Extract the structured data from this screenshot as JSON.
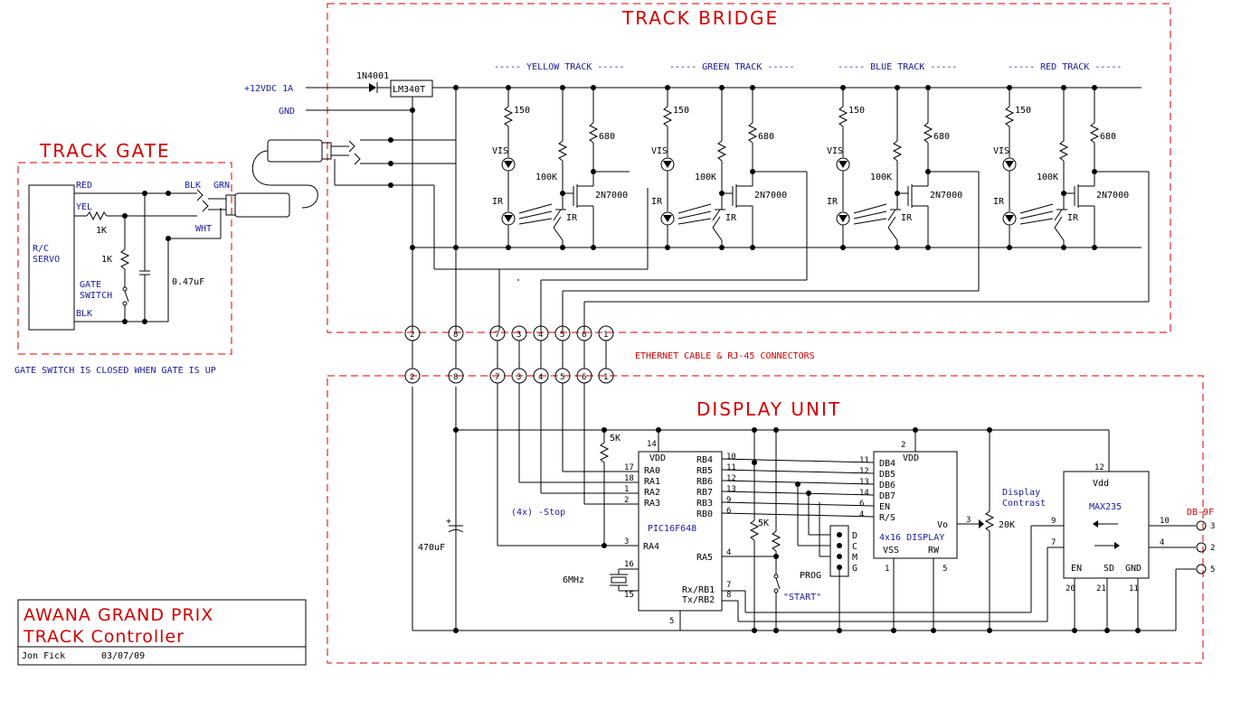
{
  "sections": {
    "track_bridge": "TRACK BRIDGE",
    "track_gate": "TRACK GATE",
    "display_unit": "DISPLAY UNIT"
  },
  "tracks": [
    "----- YELLOW TRACK -----",
    "----- GREEN TRACK -----",
    "----- BLUE TRACK -----",
    "----- RED TRACK -----"
  ],
  "track_parts": {
    "r150": "150",
    "vis": "VIS",
    "r100k": "100K",
    "r680": "680",
    "ir": "IR",
    "mosfet": "2N7000"
  },
  "power": {
    "supply": "+12VDC 1A",
    "gnd": "GND",
    "diode": "1N4001",
    "regulator": "LM340T"
  },
  "gate": {
    "red": "RED",
    "yel": "YEL",
    "blk": "BLK",
    "r1k_a": "1K",
    "r1k_b": "1K",
    "servo_a": "R/C",
    "servo_b": "SERVO",
    "switch_a": "GATE",
    "switch_b": "SWITCH",
    "cap": "0.47uF",
    "jack_blk": "BLK",
    "jack_grn": "GRN",
    "jack_wht": "WHT",
    "note": "GATE SWITCH IS CLOSED WHEN GATE IS UP"
  },
  "ethernet": "ETHERNET CABLE & RJ-45 CONNECTORS",
  "connector_pins": [
    "2",
    "8",
    "7",
    "3",
    "4",
    "5",
    "6",
    "1"
  ],
  "pic": {
    "name": "PIC16F648",
    "vdd": "VDD",
    "vdd_pin": "14",
    "left_pins": [
      {
        "n": "17",
        "l": "RA0"
      },
      {
        "n": "18",
        "l": "RA1"
      },
      {
        "n": "1",
        "l": "RA2"
      },
      {
        "n": "2",
        "l": "RA3"
      }
    ],
    "ra4": "RA4",
    "ra4_pin": "3",
    "right_pins": [
      {
        "n": "10",
        "l": "RB4"
      },
      {
        "n": "11",
        "l": "RB5"
      },
      {
        "n": "12",
        "l": "RB6"
      },
      {
        "n": "13",
        "l": "RB7"
      },
      {
        "n": "9",
        "l": "RB3"
      },
      {
        "n": "6",
        "l": "RB0"
      }
    ],
    "ra5": "RA5",
    "ra5_pin": "4",
    "osc_pin1": "16",
    "osc_pin2": "15",
    "rx": "Rx/RB1",
    "rx_pin": "7",
    "tx": "Tx/RB2",
    "tx_pin": "8",
    "gnd_pin": "5"
  },
  "lcd": {
    "vdd": "VDD",
    "vdd_pin": "2",
    "pins": [
      {
        "n": "11",
        "l": "DB4"
      },
      {
        "n": "12",
        "l": "DB5"
      },
      {
        "n": "13",
        "l": "DB6"
      },
      {
        "n": "14",
        "l": "DB7"
      },
      {
        "n": "6",
        "l": "EN"
      },
      {
        "n": "4",
        "l": "R/S"
      }
    ],
    "name": "4x16 DISPLAY",
    "vo": "Vo",
    "vo_pin": "3",
    "vss": "VSS",
    "rw": "RW",
    "vss_pin": "1",
    "rw_pin": "5"
  },
  "max": {
    "vdd": "Vdd",
    "vdd_pin": "12",
    "name": "MAX235",
    "in1": "9",
    "in2": "7",
    "out1": "10",
    "out2": "4",
    "en": "EN",
    "sd": "SD",
    "gnd": "GND",
    "en_pin": "20",
    "sd_pin": "21",
    "gnd_pin": "11"
  },
  "db9": {
    "label": "DB-9F",
    "p1": "3",
    "p2": "2",
    "p3": "5"
  },
  "misc": {
    "r5k_a": "5K",
    "r5k_b": "5K",
    "stop": "(4x) -Stop",
    "cap": "470uF",
    "xtal": "6MHz",
    "prog": "PROG",
    "start": "\"START\"",
    "contrast_a": "Display",
    "contrast_b": "Contrast",
    "pot": "20K",
    "header_pins": [
      "D",
      "C",
      "M",
      "G"
    ],
    "plus": "+"
  },
  "titleblock": {
    "line1": "AWANA GRAND PRIX",
    "line2": "TRACK Controller",
    "author": "Jon Fick",
    "date": "03/07/09"
  }
}
